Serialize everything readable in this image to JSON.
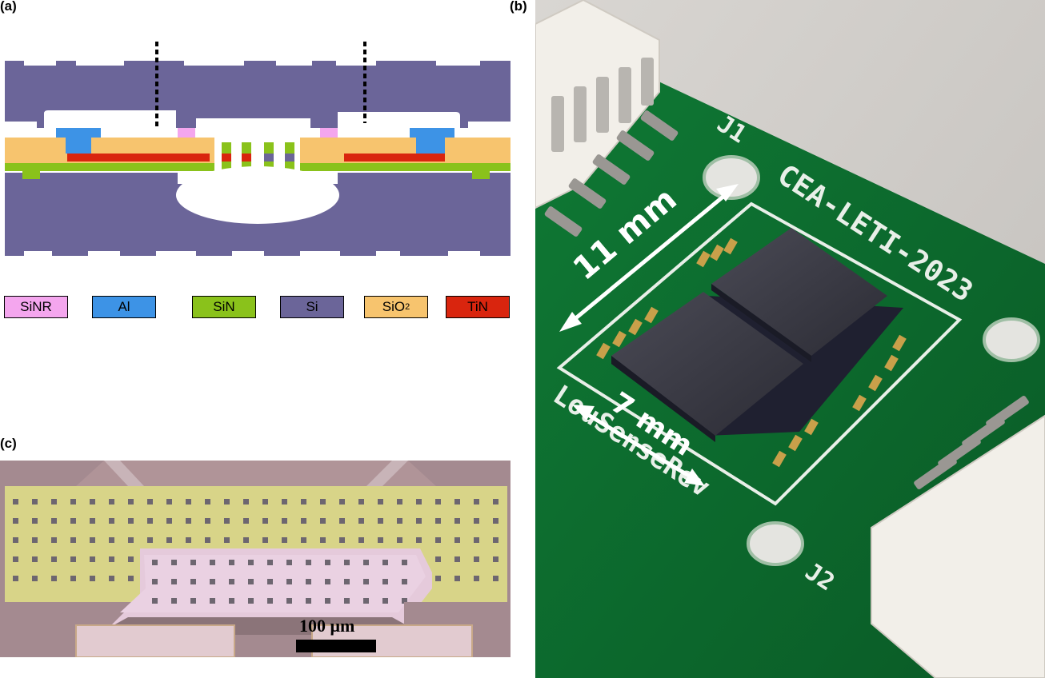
{
  "panels": {
    "a": {
      "label": "(a)",
      "legend": [
        {
          "name": "SiNR",
          "color": "#f4a6ee"
        },
        {
          "name": "Al",
          "color": "#3d93e6"
        },
        {
          "name": "SiN",
          "color": "#8ac21b"
        },
        {
          "name": "Si",
          "color": "#6b6599"
        },
        {
          "name": "SiO",
          "sub": "2",
          "color": "#f7c46e"
        },
        {
          "name": "TiN",
          "color": "#d9250e"
        }
      ]
    },
    "b": {
      "label": "(b)",
      "pcb_text": "CEA-LETI-2023",
      "pcb_text_bottom": "LouSenseRev",
      "connector_top": "J1",
      "connector_bottom": "J2",
      "dimension_long": "11 mm",
      "dimension_short": "7 mm"
    },
    "c": {
      "label": "(c)",
      "scale_text": "100 μm"
    }
  },
  "colors": {
    "si": "#6b6599",
    "sio2": "#f7c46e",
    "sin": "#8ac21b",
    "tin": "#d9250e",
    "al": "#3d93e6",
    "sinr": "#f4a6ee",
    "pcb_green": "#0e6e2e",
    "chip_gray": "#3a3a45"
  }
}
